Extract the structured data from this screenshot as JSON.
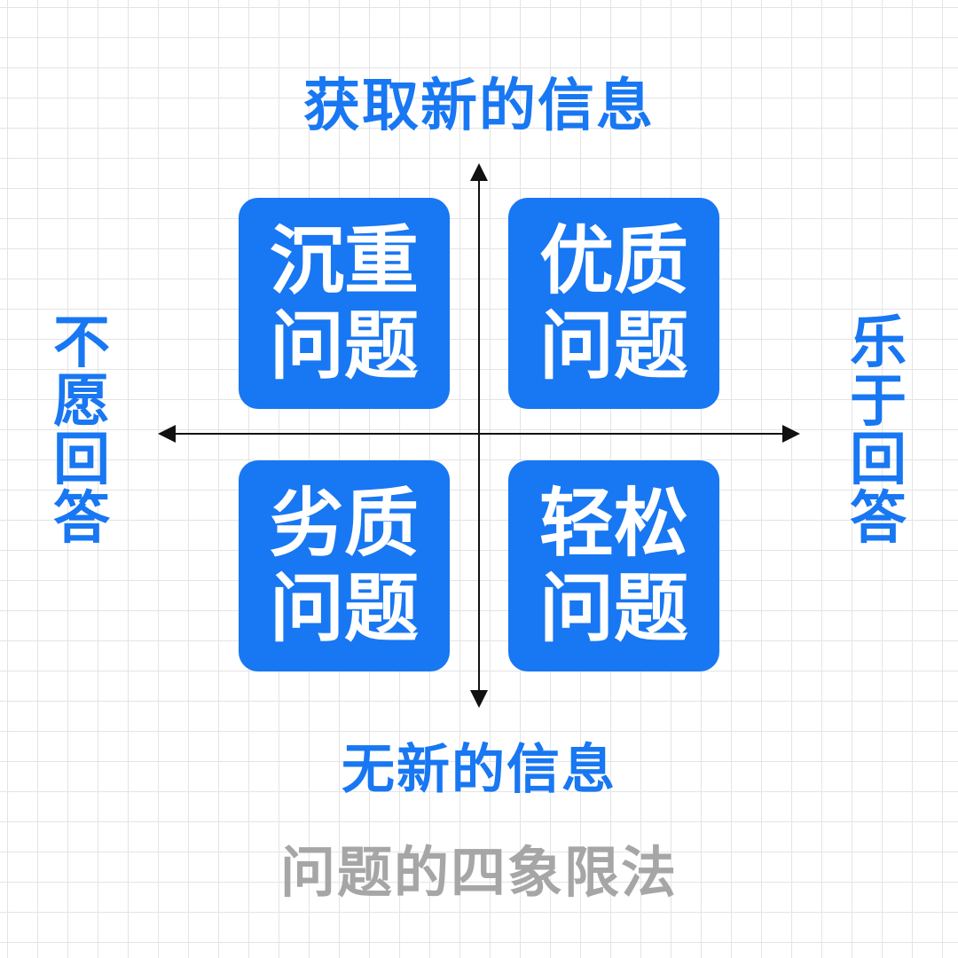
{
  "axes": {
    "top": "获取新的信息",
    "bottom": "无新的信息",
    "left": "不愿回答",
    "right": "乐于回答"
  },
  "quadrants": {
    "top_left": {
      "line1": "沉重",
      "line2": "问题"
    },
    "top_right": {
      "line1": "优质",
      "line2": "问题"
    },
    "bottom_left": {
      "line1": "劣质",
      "line2": "问题"
    },
    "bottom_right": {
      "line1": "轻松",
      "line2": "问题"
    }
  },
  "caption": "问题的四象限法",
  "colors": {
    "accent": "#1877f2",
    "caption": "#a6a6a6",
    "axis": "#111111",
    "grid": "#e4e4e4"
  }
}
